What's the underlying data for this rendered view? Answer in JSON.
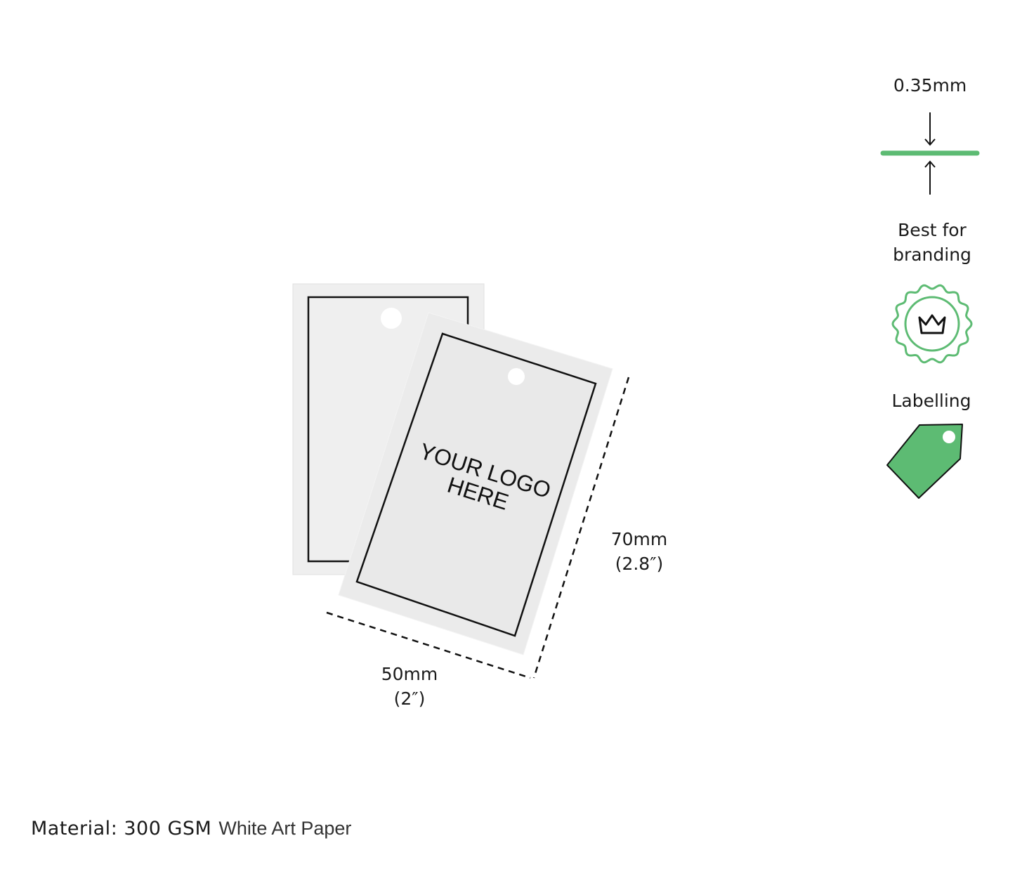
{
  "product": {
    "logo_placeholder_line1": "YOUR LOGO",
    "logo_placeholder_line2": "HERE",
    "width_mm": "50mm",
    "width_in": "(2″)",
    "height_mm": "70mm",
    "height_in": "(2.8″)"
  },
  "features": {
    "thickness": "0.35mm",
    "branding": "Best for branding",
    "labelling": "Labelling",
    "icons": [
      "thickness-arrows-icon",
      "crown-badge-icon",
      "price-tag-icon"
    ]
  },
  "material": {
    "label": "Material: 300 GSM",
    "value": "White Art Paper"
  },
  "colors": {
    "accent": "#5dbb73",
    "card": "#ececec"
  }
}
